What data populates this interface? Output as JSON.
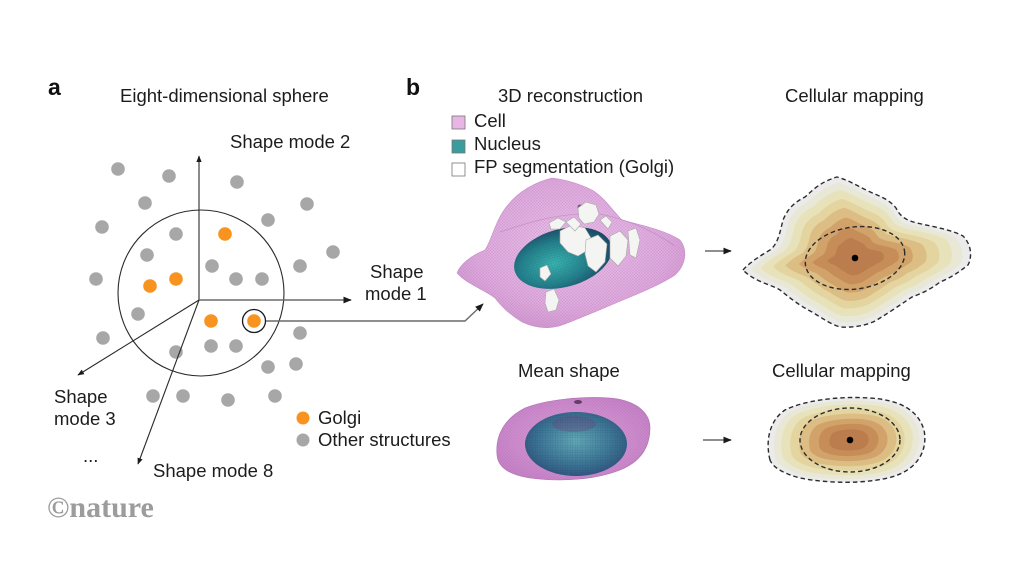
{
  "panel_a": {
    "label": "a",
    "title": "Eight-dimensional sphere",
    "axes": {
      "mode2": "Shape mode 2",
      "mode1_line1": "Shape",
      "mode1_line2": "mode 1",
      "mode3_line1": "Shape",
      "mode3_line2": "mode 3",
      "ellipsis": "...",
      "mode8": "Shape mode 8"
    },
    "legend": [
      {
        "label": "Golgi",
        "color": "#f7931e"
      },
      {
        "label": "Other structures",
        "color": "#a7a7a7"
      }
    ],
    "points": {
      "golgi": 5,
      "other_structures": 27,
      "highlighted": "golgi"
    }
  },
  "panel_b": {
    "label": "b",
    "reconstruction_title": "3D reconstruction",
    "legend": [
      {
        "label": "Cell",
        "color": "#e8b6e5"
      },
      {
        "label": "Nucleus",
        "color": "#3a9c9e"
      },
      {
        "label": "FP segmentation (Golgi)",
        "color": "#ffffff"
      }
    ],
    "mapping_title_top": "Cellular mapping",
    "mean_shape_title": "Mean shape",
    "mapping_title_bottom": "Cellular mapping",
    "mapping_colors": [
      "#ebebeb",
      "#e9e7d3",
      "#e8e1b6",
      "#e3d29b",
      "#dbb87f",
      "#d09e66",
      "#c58956",
      "#b97a4b"
    ]
  },
  "credit": {
    "logo": "©nature"
  }
}
